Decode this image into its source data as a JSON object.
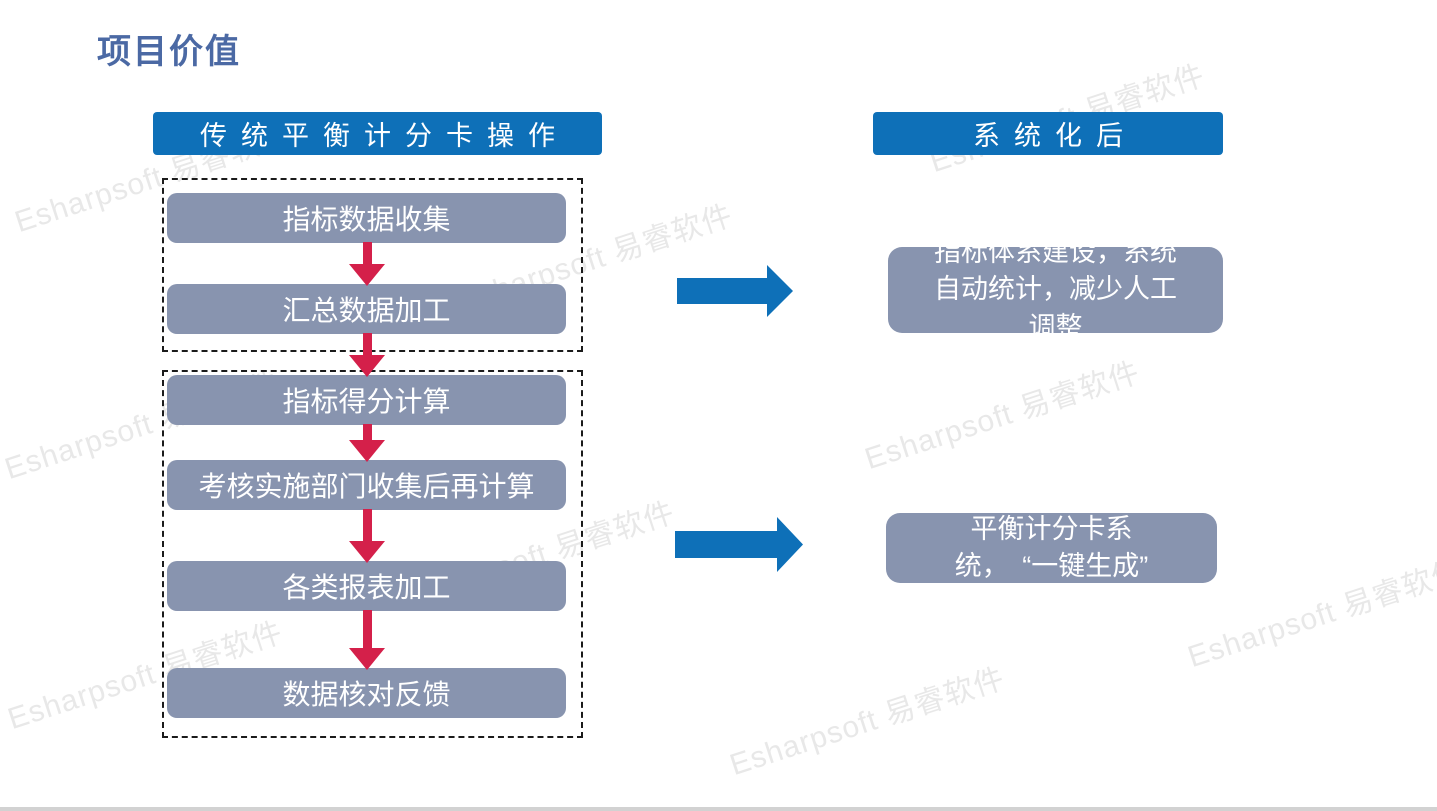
{
  "page": {
    "title": "项目价值"
  },
  "watermark": {
    "text": "Esharpsoft 易睿软件"
  },
  "left_column": {
    "header": "传统平衡计分卡操作",
    "groups": [
      {
        "steps": [
          "指标数据收集",
          "汇总数据加工"
        ]
      },
      {
        "steps": [
          "指标得分计算",
          "考核实施部门收集后再计算",
          "各类报表加工",
          "数据核对反馈"
        ]
      }
    ]
  },
  "right_column": {
    "header": "系统化后",
    "results": [
      "指标体系建设，系统自动统计，减少人工调整",
      "平衡计分卡系统，　“一键生成”"
    ]
  },
  "colors": {
    "accent_blue": "#0e70b8",
    "box_fill": "#8894af",
    "arrow_red": "#d4204a",
    "title_text": "#4b69a4",
    "watermark_gray": "#e8e8e8",
    "divider_gray": "#d2d2d2"
  }
}
